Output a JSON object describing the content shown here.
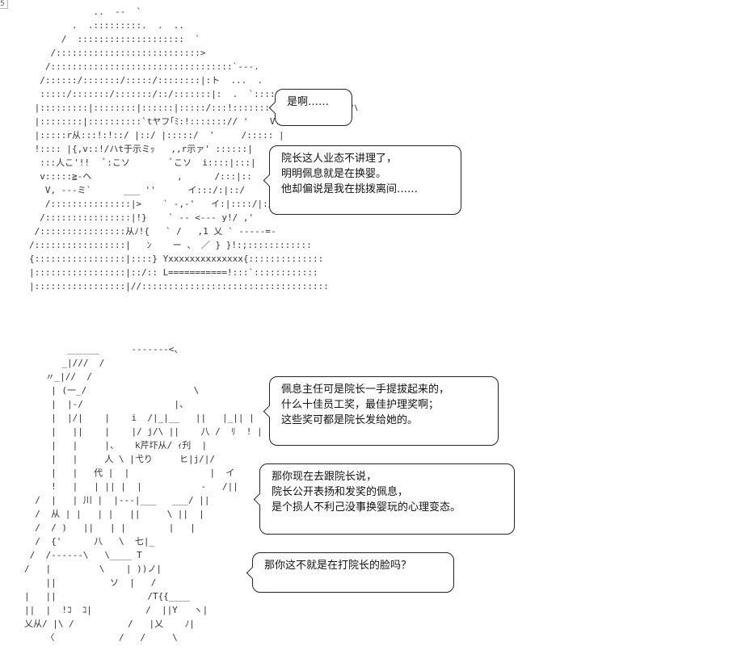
{
  "page_number": "5",
  "art": {
    "top": "            ..  --  `\n        .  .:::::::::.  .  ..\n      /  ::::::::::::::::::::  `\n    /:::::::::::::::::::::::::::>\n   /::::::::::::::::::::::::::::::::::`---.\n  /::::::/:::::::/:::::/::::::::|:ト  ...  .\n  :::::/:::::::/:::::::/::/:::::::|:  .  `:::::!:::ト:\n |:::::::::|::::::::|::::::|:::::/:::!::::::::|::ﾉ'  _V::!: ハ\n |::::::::|::::::::::`tヤフ｢ﾐ:!:::::::// '    V:::::ト、\n |:::::r从:::!:!::/ |::/ |:::::/  '     /::::: |\n !:::: |{,v::!/ハt于示ミｯ   ,,r示ァ' ::::::|\n  :::人こ'!!   ﾞ:こソ        ﾞこソ  i::::|:::|\n  v:::::≧-ヘ                ,      /:::|::\n   V, ---ミ`      ___ ''      イ:::/:|::/\n   /:::::::::::::::|>    ` -,-'   イ:|::::/|:/(\n  /::::::::::::::::|!}    ` -- <--- y!/ ,'\n /::::::::::::::::从ﾉ!{   ` /   ,1 乂 ` -----=-\n/:::::::::::::::::|   ﾝ    ー 、 ／ } }!:;::::::::::::\n{:::::::::::::::::|::::} Yxxxxxxxxxxxxxx{::::::::::::::\n|:::::::::::::::::|::/:: L===========!:::`::::::::::::\n|:::::::::::::::::|//:::::::::::::::::::::::::::::::::::",
    "bottom": "        ______      -------<、\n       _|///  /\n    〃_|//  /\n     | (一_/                    \\\n     |  |-/                 |、\n     |  |/|    |    i  /|_|__   ||   |_|| |\n     |   ||    |    |/ j/\\ ||    八 /  ﾘ  ! |\n     |   |     |、   k芹圷从/ ｨ刋  |\n     |   |     人 \\ |弋り     ヒ|j/|/\n     |   |   代 |  |               |  イ\n     !   |   | || |  |           -   /||\n  /  |   | 川 |  |---|___   ___/ ||\n  /  从 | |   | |   ||     \\ ||  |\n  /  / )   ||   | |        |   |\n  /  {'      八   \\  七|_\n /  /------\\   \\____ T\n/   |         \\    | ))ノ|\n    ||          ソ  |   /\n|   ||                 /T{{____\n||  |  !ｺ  ｺ|          /  ||Y   ヽ|\n乂从/ |\\ /          /   |乂    ﾉ|\n    〈            /   /     \\"
  },
  "dialogue": [
    {
      "id": "b1",
      "lines": [
        "是啊……"
      ]
    },
    {
      "id": "b2",
      "lines": [
        "院长这人业态不讲理了，",
        "明明佩息就是在换婴。",
        "他却偏说是我在挑拨离间……"
      ]
    },
    {
      "id": "b3",
      "lines": [
        "佩息主任可是院长一手提拔起来的，",
        "什么十佳员工奖，最佳护理奖啊；",
        "这些奖可都是院长发给她的。"
      ]
    },
    {
      "id": "b4",
      "lines": [
        "那你现在去跟院长说，",
        "院长公开表扬和发奖的佩息，",
        "是个损人不利己没事换婴玩的心理变态。"
      ]
    },
    {
      "id": "b5",
      "lines": [
        "那你这不就是在打院长的脸吗？"
      ]
    }
  ]
}
